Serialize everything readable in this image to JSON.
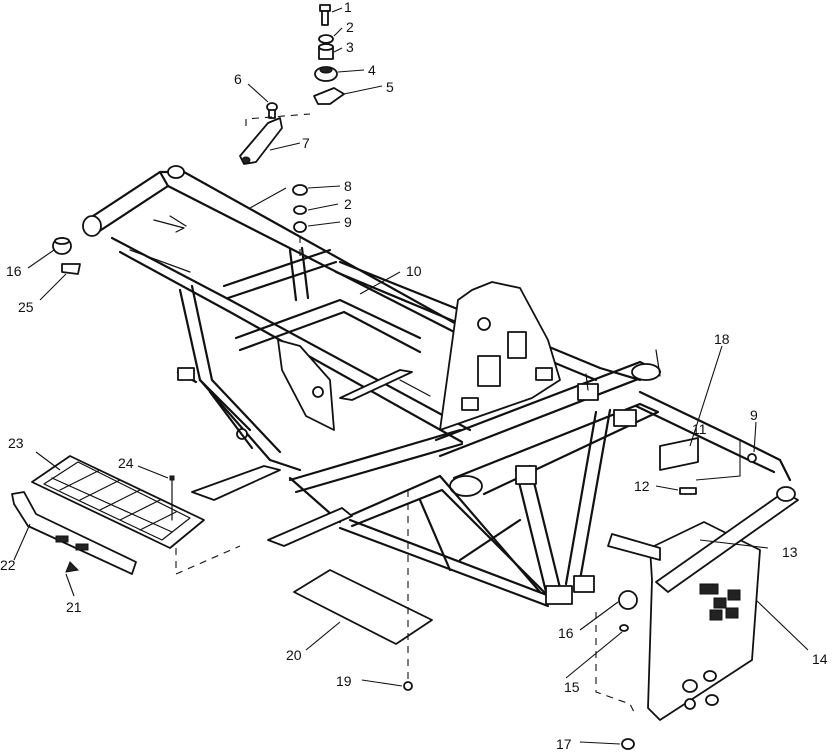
{
  "callouts": {
    "c1": "1",
    "c2a": "2",
    "c3": "3",
    "c4": "4",
    "c5": "5",
    "c6": "6",
    "c7": "7",
    "c8": "8",
    "c2b": "2",
    "c9a": "9",
    "c10": "10",
    "c16a": "16",
    "c25": "25",
    "c18": "18",
    "c9b": "9",
    "c11": "11",
    "c12": "12",
    "c13": "13",
    "c23": "23",
    "c24": "24",
    "c22": "22",
    "c21": "21",
    "c16b": "16",
    "c14": "14",
    "c20": "20",
    "c15": "15",
    "c19": "19",
    "c17": "17"
  }
}
